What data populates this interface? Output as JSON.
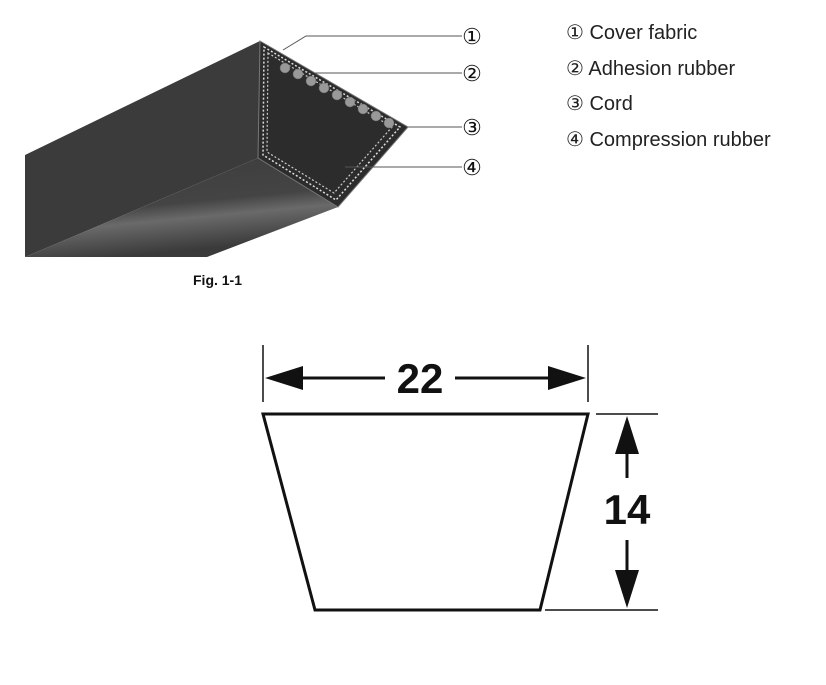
{
  "figure1": {
    "caption": "Fig. 1-1",
    "callouts": [
      "①",
      "②",
      "③",
      "④"
    ],
    "legend": [
      "① Cover fabric",
      "② Adhesion rubber",
      "③ Cord",
      "④ Compression rubber"
    ]
  },
  "figure2": {
    "top_width": "22",
    "height": "14"
  },
  "colors": {
    "belt": "#3a3a3a",
    "line": "#111111"
  }
}
